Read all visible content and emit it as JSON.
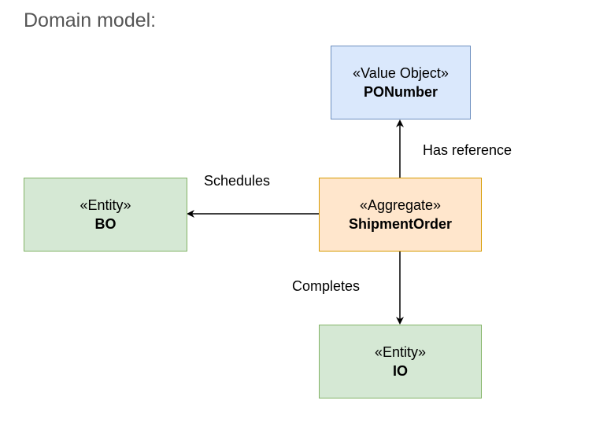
{
  "heading": "Domain model:",
  "nodes": {
    "ponumber": {
      "stereotype": "«Value Object»",
      "name": "PONumber",
      "fill": "#dae8fc",
      "stroke": "#6c8ebf"
    },
    "shipment": {
      "stereotype": "«Aggregate»",
      "name": "ShipmentOrder",
      "fill": "#ffe6cc",
      "stroke": "#d79b00"
    },
    "bo": {
      "stereotype": "«Entity»",
      "name": "BO",
      "fill": "#d5e8d4",
      "stroke": "#82b366"
    },
    "io": {
      "stereotype": "«Entity»",
      "name": "IO",
      "fill": "#d5e8d4",
      "stroke": "#82b366"
    }
  },
  "edges": {
    "has_reference": "Has reference",
    "schedules": "Schedules",
    "completes": "Completes"
  }
}
